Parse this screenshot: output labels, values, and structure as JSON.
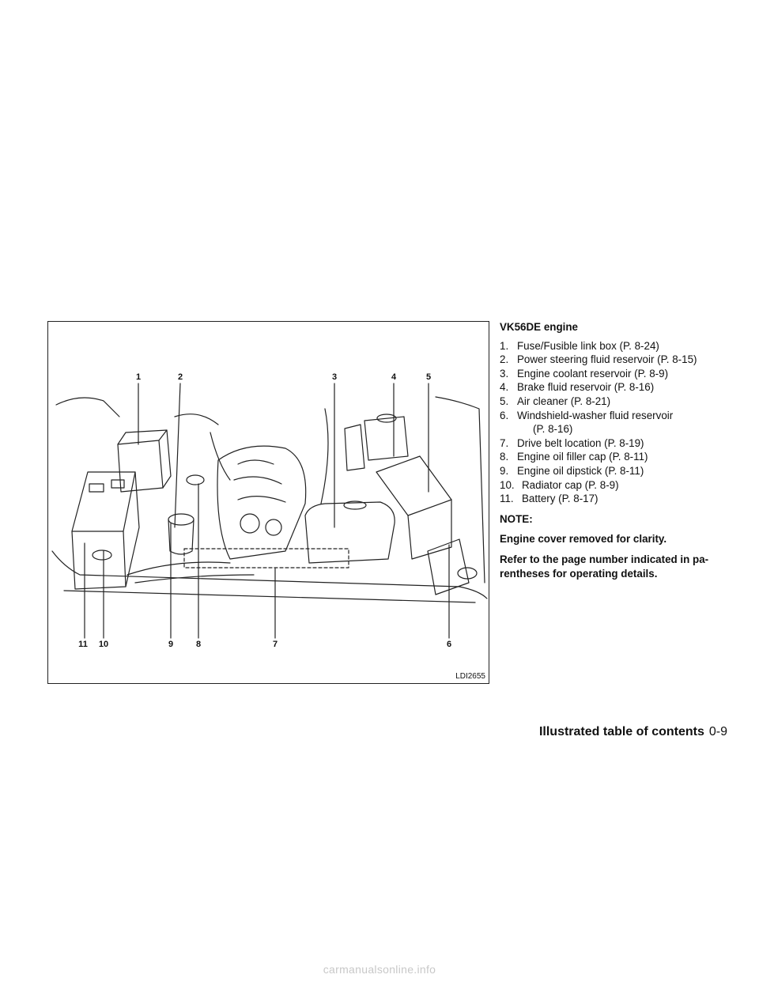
{
  "figure": {
    "callouts_top": [
      "1",
      "2",
      "3",
      "4",
      "5"
    ],
    "callouts_bottom": [
      "11",
      "10",
      "9",
      "8",
      "7",
      "6"
    ],
    "figure_id": "LDI2655"
  },
  "legend": {
    "heading": "VK56DE engine",
    "items": [
      {
        "num": "1.",
        "text": "Fuse/Fusible link box (P. 8-24)"
      },
      {
        "num": "2.",
        "text": "Power steering fluid reservoir (P. 8-15)"
      },
      {
        "num": "3.",
        "text": "Engine coolant reservoir (P. 8-9)"
      },
      {
        "num": "4.",
        "text": "Brake fluid reservoir (P. 8-16)"
      },
      {
        "num": "5.",
        "text": "Air cleaner (P. 8-21)"
      },
      {
        "num": "6.",
        "text": "Windshield-washer fluid reservoir",
        "cont": "(P. 8-16)"
      },
      {
        "num": "7.",
        "text": "Drive belt location (P. 8-19)"
      },
      {
        "num": "8.",
        "text": "Engine oil filler cap (P. 8-11)"
      },
      {
        "num": "9.",
        "text": "Engine oil dipstick (P. 8-11)"
      },
      {
        "num": "10.",
        "text": "Radiator cap (P. 8-9)"
      },
      {
        "num": "11.",
        "text": "Battery (P. 8-17)"
      }
    ]
  },
  "note": {
    "title": "NOTE:",
    "line1": "Engine cover removed for clarity.",
    "line2": "Refer to the page number indicated in pa-rentheses for operating details."
  },
  "footer": {
    "section": "Illustrated table of contents",
    "page": "0-9"
  },
  "watermark": "carmanualsonline.info"
}
